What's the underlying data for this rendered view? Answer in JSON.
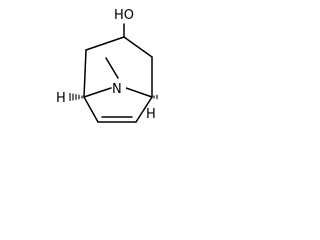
{
  "molecule": {
    "atoms": {
      "hydroxyl_label": "HO",
      "nitrogen_label": "N",
      "hydrogen_left_label": "H",
      "hydrogen_right_label": "H"
    },
    "colors": {
      "ink": "#000000",
      "background": "#ffffff"
    }
  }
}
